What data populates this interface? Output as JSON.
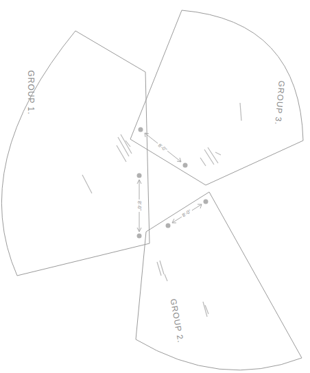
{
  "diagram": {
    "nodes": [
      {
        "text": [
          "GROUP 1."
        ]
      },
      {
        "text": [
          "GROUP 2."
        ]
      },
      {
        "text": [
          "GROUP 3."
        ]
      }
    ],
    "labels": [
      "8'-0\"",
      "8'-0\"",
      "8'-0\""
    ]
  }
}
